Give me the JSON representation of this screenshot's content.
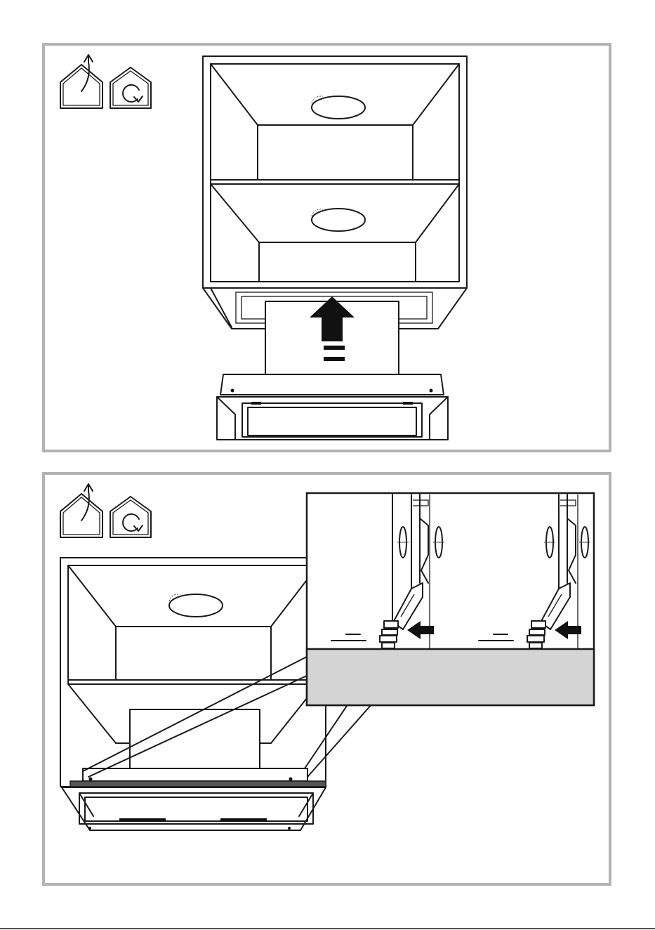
{
  "colors": {
    "frame": "#b3b3b3",
    "ink": "#1a1a1a",
    "zoom_band": "#d4d4d4",
    "background": "#ffffff"
  },
  "icons": [
    "ducted-exhaust-icon",
    "recirculation-icon"
  ],
  "panels": [
    {
      "id": "panel-1",
      "step": "insert-hood-upward-into-cabinet"
    },
    {
      "id": "panel-2",
      "step": "secure-side-clips",
      "zoom_detail": "clip-locking-detail"
    }
  ]
}
